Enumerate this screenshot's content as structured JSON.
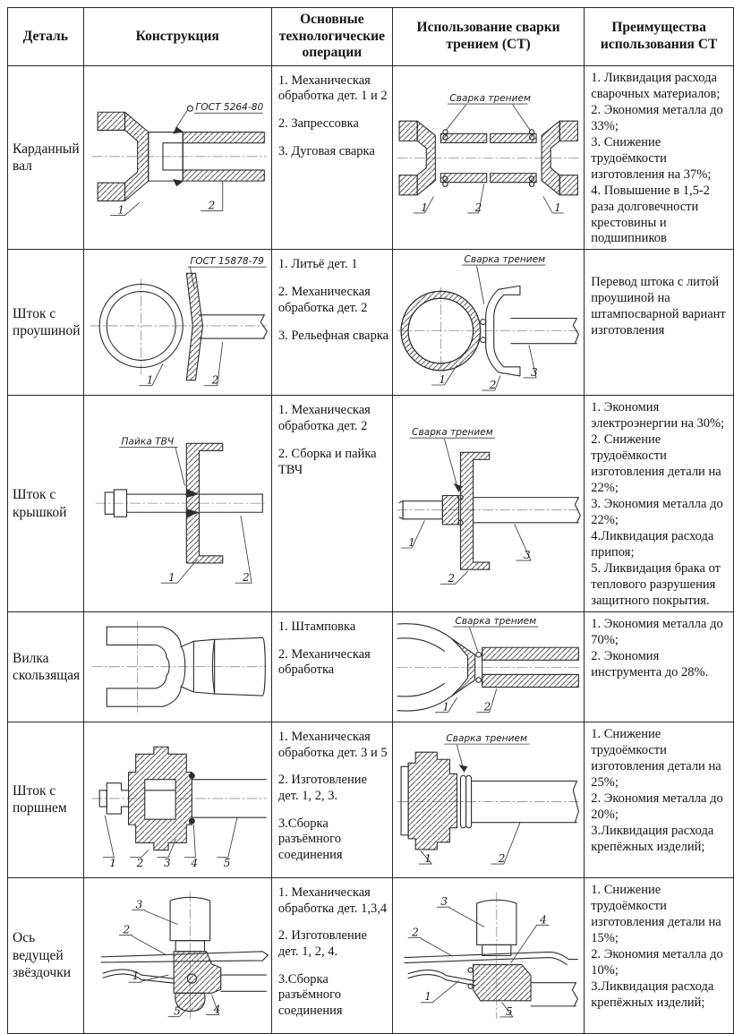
{
  "table": {
    "columns": [
      "Деталь",
      "Конструкция",
      "Основные технологические операции",
      "Использование сварки трением (СТ)",
      "Преимущества использования СТ"
    ]
  },
  "rows": [
    {
      "part": "Карданный вал",
      "construction": {
        "gost_label": "ГОСТ 5264-80",
        "part_labels": [
          "1",
          "2"
        ]
      },
      "operations": [
        "1. Механическая обработка дет. 1 и 2",
        "2. Запрессовка",
        "3. Дуговая сварка"
      ],
      "friction_welding": {
        "weld_label": "Сварка трением",
        "part_labels": [
          "1",
          "2",
          "1"
        ]
      },
      "advantages": [
        "1. Ликвидация расхода сварочных материалов;",
        "2. Экономия металла до 33%;",
        "3. Снижение трудоёмкости изготовления на 37%;",
        "4. Повышение в 1,5-2 раза долговечности крестовины и подшипников"
      ]
    },
    {
      "part": "Шток с проушиной",
      "construction": {
        "gost_label": "ГОСТ 15878-79",
        "part_labels": [
          "1",
          "2"
        ]
      },
      "operations": [
        "1. Литьё дет. 1",
        "2. Механическая обработка дет. 2",
        "3. Рельефная сварка"
      ],
      "friction_welding": {
        "weld_label": "Сварка трением",
        "part_labels": [
          "1",
          "2",
          "3"
        ]
      },
      "advantages": [
        "Перевод штока с литой проушиной на штампосварной вариант изготовления"
      ]
    },
    {
      "part": "Шток с крышкой",
      "construction": {
        "solder_label": "Пайка ТВЧ",
        "part_labels": [
          "1",
          "2"
        ]
      },
      "operations": [
        "1. Механическая обработка дет. 2",
        "2. Сборка и пайка ТВЧ"
      ],
      "friction_welding": {
        "weld_label": "Сварка трением",
        "part_labels": [
          "1",
          "2",
          "3"
        ]
      },
      "advantages": [
        "1. Экономия электроэнергии на 30%;",
        "2. Снижение трудоёмкости изготовления детали на 22%;",
        "3. Экономия металла до 22%;",
        "4.Ликвидация расхода припоя;",
        "5. Ликвидация брака от теплового разрушения защитного покрытия."
      ]
    },
    {
      "part": "Вилка скользящая",
      "construction": {
        "part_labels": []
      },
      "operations": [
        "1. Штамповка",
        "2. Механическая обработка"
      ],
      "friction_welding": {
        "weld_label": "Сварка трением",
        "part_labels": [
          "1",
          "2"
        ]
      },
      "advantages": [
        "1. Экономия металла до 70%;",
        "2. Экономия инструмента до 28%."
      ]
    },
    {
      "part": "Шток с поршнем",
      "construction": {
        "part_labels": [
          "1",
          "2",
          "3",
          "4",
          "5"
        ]
      },
      "operations": [
        "1. Механическая обработка дет. 3 и 5",
        "2. Изготовление дет. 1, 2, 3.",
        "3.Сборка разъёмного соединения"
      ],
      "friction_welding": {
        "weld_label": "Сварка трением",
        "part_labels": [
          "1",
          "2"
        ]
      },
      "advantages": [
        "1. Снижение трудоёмкости изготовления детали на 25%;",
        "2. Экономия металла до 20%;",
        "3.Ликвидация расхода крепёжных изделий;"
      ]
    },
    {
      "part": "Ось ведущей звёздочки",
      "construction": {
        "part_labels": [
          "3",
          "2",
          "1",
          "5",
          "4"
        ]
      },
      "operations": [
        "1. Механическая обработка дет. 1,3,4",
        "2. Изготовление дет. 1, 2, 4.",
        "3.Сборка разъёмного соединения"
      ],
      "friction_welding": {
        "weld_label": "Сварка трением",
        "part_labels": [
          "3",
          "2",
          "4",
          "1",
          "5"
        ]
      },
      "advantages": [
        "1. Снижение трудоёмкости изготовления детали на 15%;",
        "2. Экономия металла до 10%;",
        "3.Ликвидация расхода крепёжных изделий;"
      ]
    }
  ]
}
